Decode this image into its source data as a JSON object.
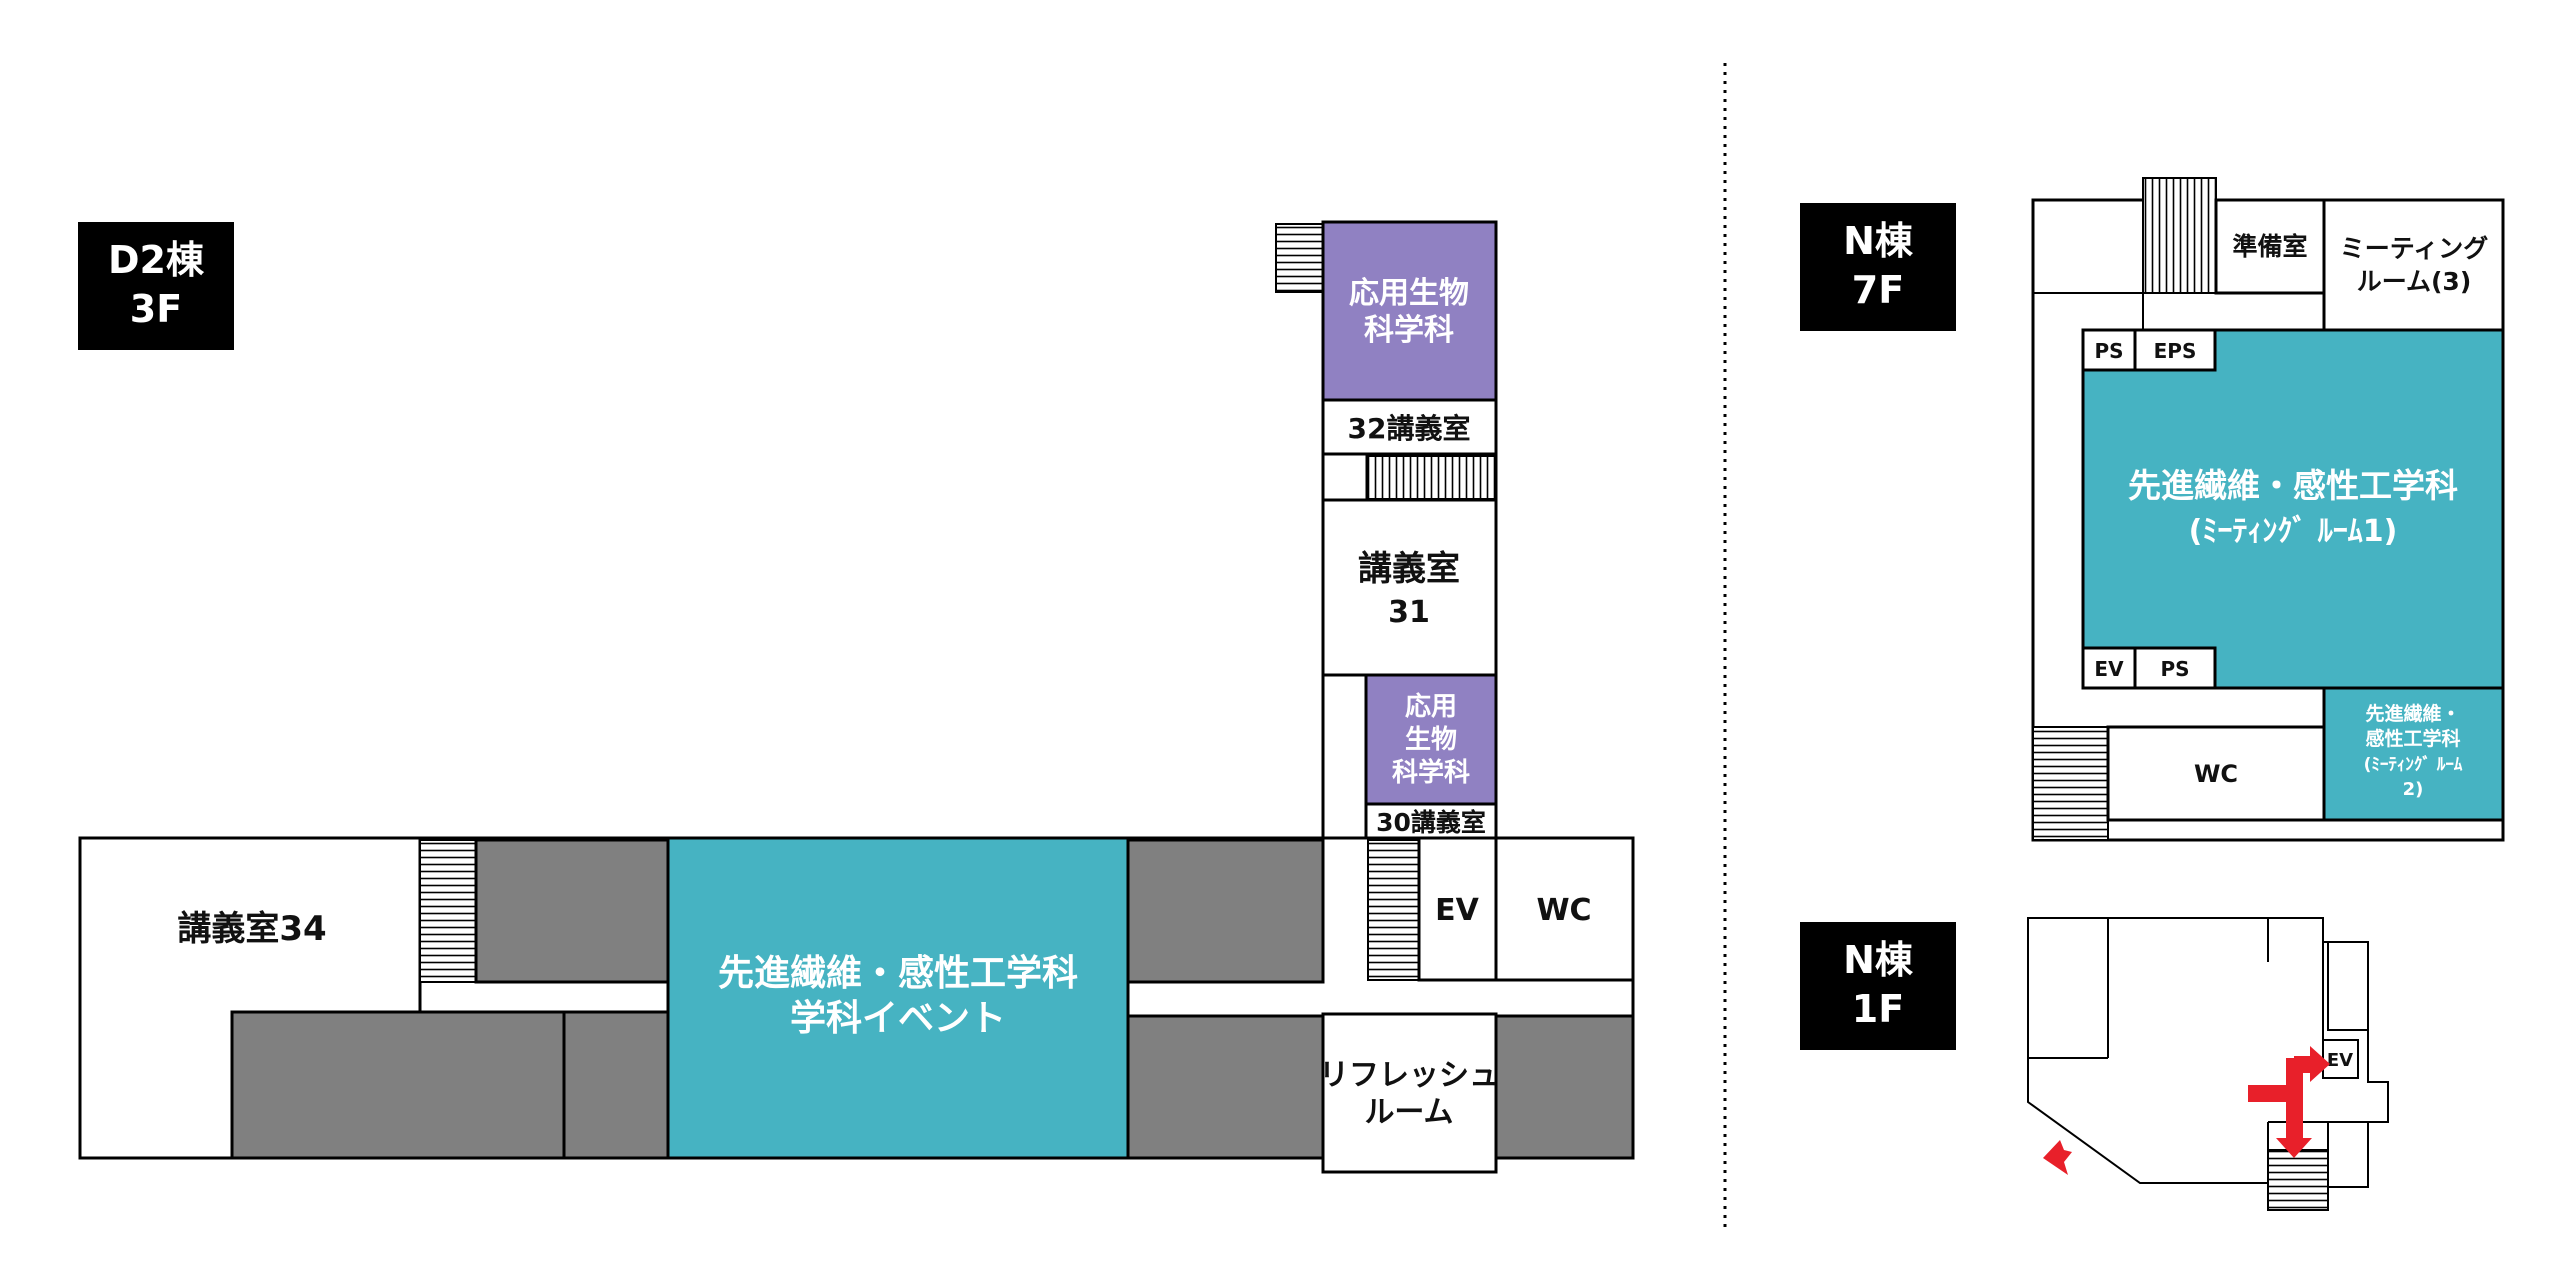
{
  "colors": {
    "event_teal": "#46b3c2",
    "bio_purple": "#9081c2",
    "other_gray": "#808080",
    "tag_black": "#000000",
    "arrow_red": "#e8202a"
  },
  "d2": {
    "tag_line1": "D2棟",
    "tag_line2": "3F",
    "bio_top_line1": "応用生物",
    "bio_top_line2": "科学科",
    "room32": "32講義室",
    "room31_line1": "講義室",
    "room31_line2": "31",
    "bio_mid_line1": "応用",
    "bio_mid_line2": "生物",
    "bio_mid_line3": "科学科",
    "room30": "30講義室",
    "ev": "EV",
    "wc": "WC",
    "room34": "講義室34",
    "event_line1": "先進繊維・感性工学科",
    "event_line2": "学科イベント",
    "refresh_line1": "リフレッシュ",
    "refresh_line2": "ルーム"
  },
  "n7": {
    "tag_line1": "N棟",
    "tag_line2": "7F",
    "prep": "準備室",
    "meet3_line1": "ミーティング",
    "meet3_line2": "ルーム(3)",
    "ps_top": "PS",
    "eps": "EPS",
    "main_line1": "先進繊維・感性工学科",
    "main_line2": "(ﾐｰﾃｨﾝｸﾞ ﾙｰﾑ1)",
    "ev": "EV",
    "ps_bottom": "PS",
    "wc": "WC",
    "small_line1": "先進繊維・",
    "small_line2": "感性工学科",
    "small_line3": "(ﾐｰﾃｨﾝｸﾞ ﾙｰﾑ",
    "small_line4": "2)"
  },
  "n1": {
    "tag_line1": "N棟",
    "tag_line2": "1F",
    "ev": "EV"
  }
}
